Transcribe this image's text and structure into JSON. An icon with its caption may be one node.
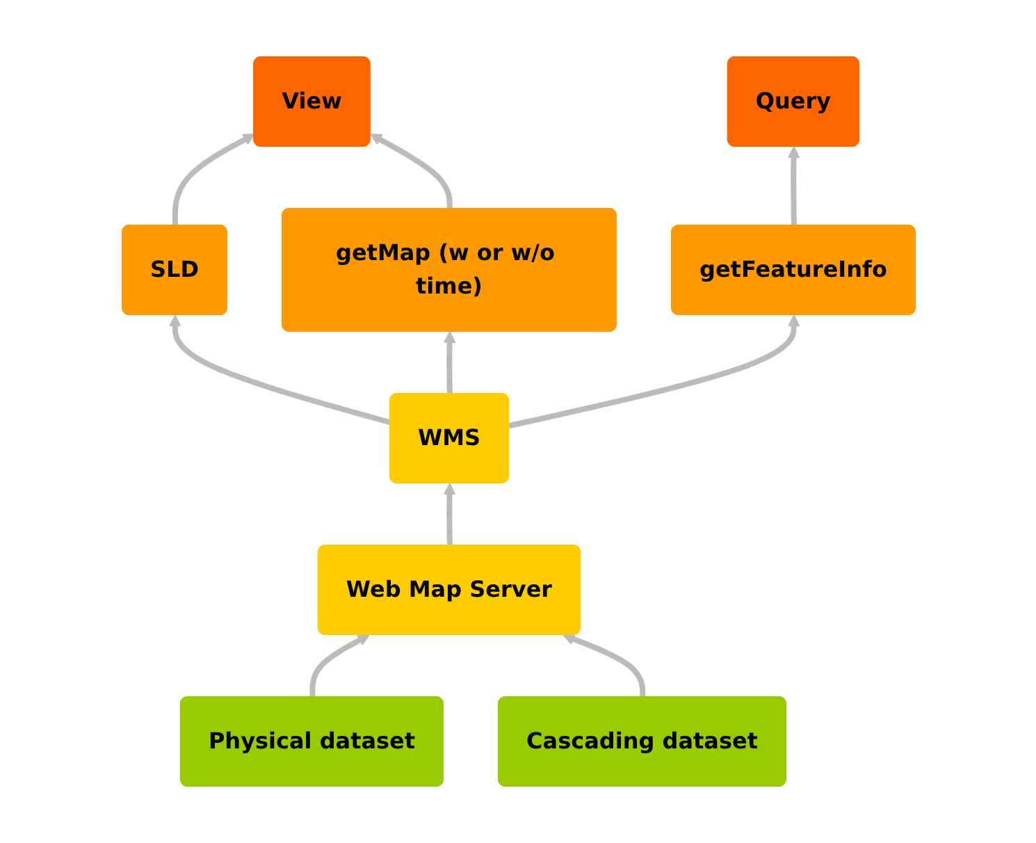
{
  "diagram": {
    "nodes": [
      {
        "text": [
          "View"
        ]
      },
      {
        "text": [
          "Query"
        ]
      },
      {
        "text": [
          "SLD"
        ]
      },
      {
        "text": [
          "getMap (w or w/o time)"
        ]
      },
      {
        "text": [
          "getFeatureInfo"
        ]
      },
      {
        "text": [
          "WMS"
        ]
      },
      {
        "text": [
          "Web Map Server"
        ]
      },
      {
        "text": [
          "Physical dataset"
        ]
      },
      {
        "text": [
          "Cascading dataset"
        ]
      }
    ],
    "edges": [
      {
        "from": 2,
        "to": 0,
        "arrow": "to"
      },
      {
        "from": 3,
        "to": 0,
        "arrow": "to"
      },
      {
        "from": 4,
        "to": 1,
        "arrow": "to"
      },
      {
        "from": 5,
        "to": 2,
        "arrow": "to"
      },
      {
        "from": 5,
        "to": 3,
        "arrow": "to"
      },
      {
        "from": 5,
        "to": 4,
        "arrow": "to"
      },
      {
        "from": 6,
        "to": 5,
        "arrow": "to"
      },
      {
        "from": 7,
        "to": 6,
        "arrow": "to"
      },
      {
        "from": 8,
        "to": 6,
        "arrow": "to"
      }
    ]
  }
}
